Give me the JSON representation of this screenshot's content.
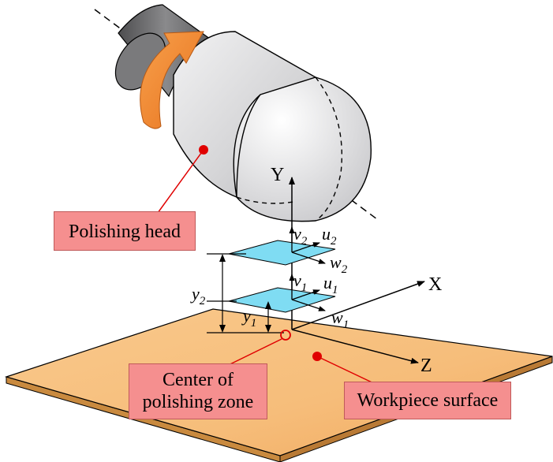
{
  "labels": {
    "polishing_head": "Polishing head",
    "center_line1": "Center of",
    "center_line2": "polishing zone",
    "workpiece": "Workpiece surface"
  },
  "axes": {
    "x": "X",
    "y": "Y",
    "z": "Z"
  },
  "symbols": {
    "u2": "u",
    "u2_sub": "2",
    "v2": "v",
    "v2_sub": "2",
    "w2": "w",
    "w2_sub": "2",
    "u1": "u",
    "u1_sub": "1",
    "v1": "v",
    "v1_sub": "1",
    "w1": "w",
    "w1_sub": "1",
    "y2": "y",
    "y2_sub": "2",
    "y1": "y",
    "y1_sub": "1"
  },
  "colors": {
    "label_bg": "#f58f8f",
    "pointer": "#e00000",
    "plane": "#7fdcf3",
    "rotation_arrow": "#f47f2a",
    "head": "#d9d9db",
    "shaft": "#6e6e70"
  }
}
